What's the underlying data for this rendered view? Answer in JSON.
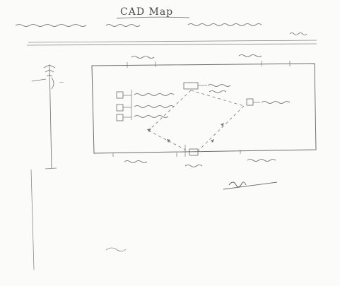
{
  "page": {
    "title": "CAD Map"
  },
  "colors": {
    "paper": "#fbfbfa",
    "ink": "#5a5a5a",
    "faint_ink": "#9a9a9a"
  },
  "diagram": {
    "nodes": [
      {
        "id": "header_left",
        "text": ""
      },
      {
        "id": "header_mid",
        "text": ""
      },
      {
        "id": "header_right",
        "text": ""
      },
      {
        "id": "top_left_label",
        "text": ""
      },
      {
        "id": "top_right_label",
        "text": ""
      },
      {
        "id": "node_top",
        "text": ""
      },
      {
        "id": "node_right",
        "text": ""
      },
      {
        "id": "list_1",
        "text": ""
      },
      {
        "id": "list_2",
        "text": ""
      },
      {
        "id": "list_3",
        "text": ""
      },
      {
        "id": "bottom_left_label",
        "text": ""
      },
      {
        "id": "bottom_center_label",
        "text": ""
      },
      {
        "id": "bottom_right_label",
        "text": ""
      },
      {
        "id": "signature",
        "text": ""
      }
    ]
  }
}
